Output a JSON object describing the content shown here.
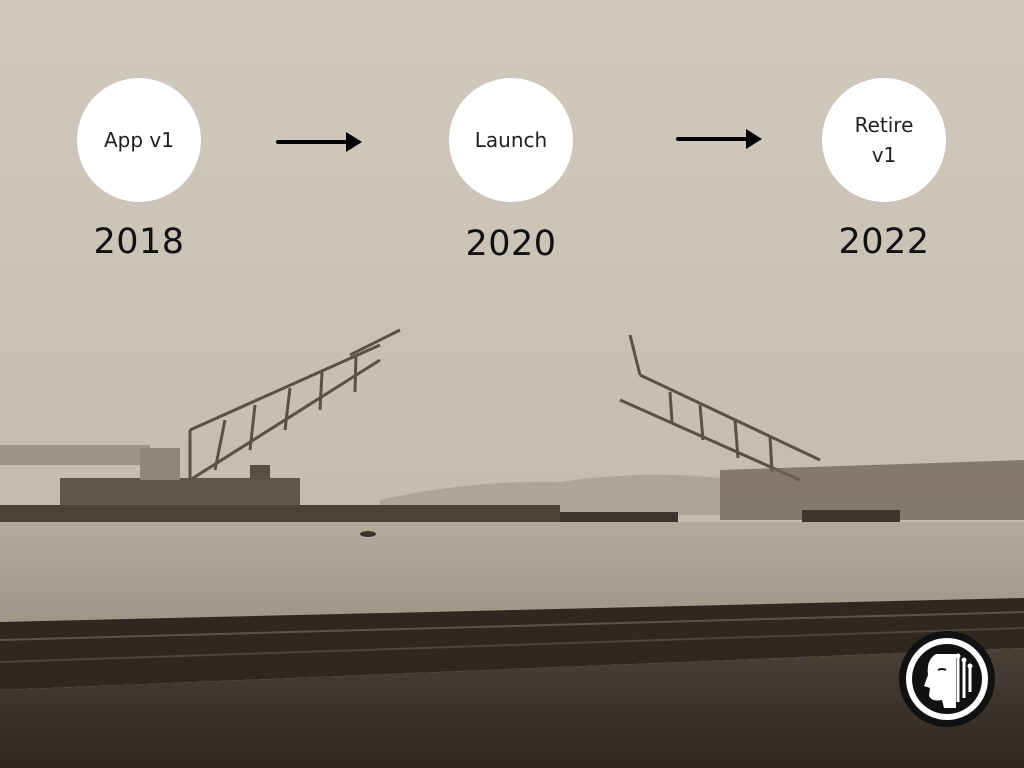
{
  "timeline": {
    "steps": [
      {
        "label": "App v1",
        "year": "2018"
      },
      {
        "label": "Launch",
        "year": "2020"
      },
      {
        "label": "Retire v1",
        "year": "2022"
      }
    ],
    "arrow_icon": "arrow-right-icon"
  },
  "background": {
    "description_icon": "sepia-bridge-photo",
    "tones": {
      "sky": "#c9c1b4",
      "water": "#a79d90",
      "ground": "#3a332b"
    }
  },
  "logo": {
    "icon": "face-logo-icon",
    "color": "#111111"
  }
}
